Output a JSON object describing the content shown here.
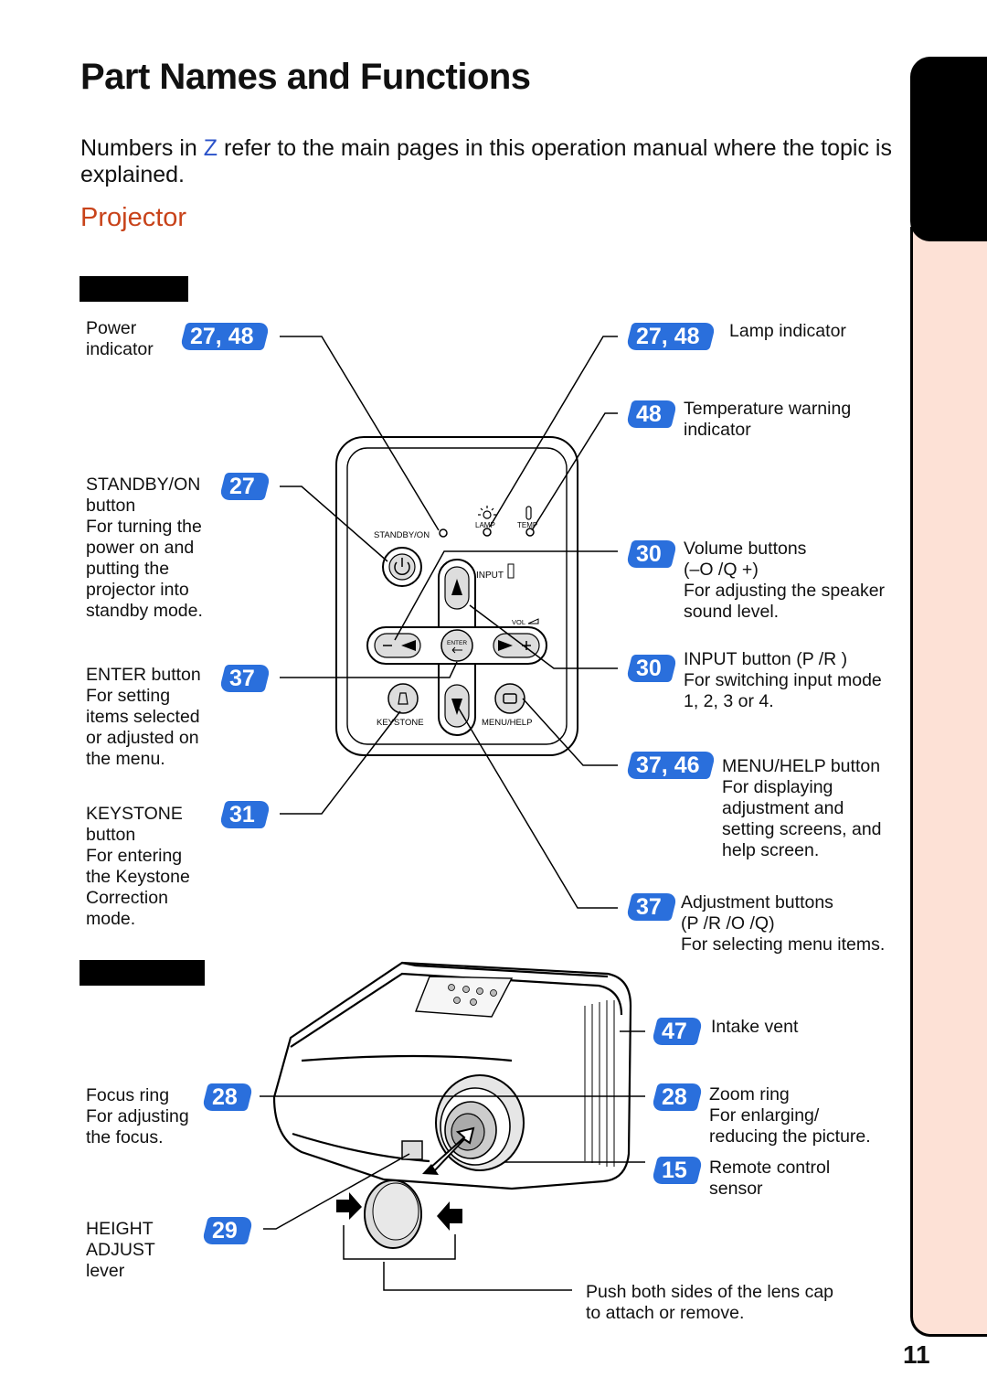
{
  "page": {
    "title": "Part Names and Functions",
    "intro_before": "Numbers in",
    "intro_symbol": "Z",
    "intro_after": " refer to the main pages in this operation manual where the topic is explained.",
    "section": "Projector",
    "page_number": "11"
  },
  "control_panel": {
    "labels": {
      "standby": "STANDBY/ON",
      "lamp": "LAMP",
      "temp": "TEMP",
      "input": "INPUT",
      "vol": "VOL",
      "enter": "ENTER",
      "keystone": "KEYSTONE",
      "menu_help": "MENU/HELP"
    }
  },
  "callouts": {
    "power": {
      "text": "Power\nindicator",
      "pages": "27, 48"
    },
    "standby": {
      "text": "STANDBY/ON\nbutton\nFor turning the\npower on and\nputting the\nprojector into\nstandby mode.",
      "pages": "27"
    },
    "enter": {
      "text": "ENTER button\nFor setting\nitems selected\nor adjusted on\nthe menu.",
      "pages": "37"
    },
    "keystone": {
      "text": "KEYSTONE\nbutton\nFor entering\nthe Keystone\nCorrection\nmode.",
      "pages": "31"
    },
    "lamp": {
      "text": "Lamp indicator",
      "pages": "27, 48"
    },
    "temp": {
      "text": "Temperature warning\nindicator",
      "pages": "48"
    },
    "volume": {
      "text": "Volume buttons\n(–O /Q +)\nFor adjusting the speaker\nsound level.",
      "pages": "30"
    },
    "input": {
      "text": "INPUT button (P /R )\nFor switching input mode\n1, 2, 3 or 4.",
      "pages": "30"
    },
    "menu": {
      "text": "MENU/HELP button\nFor displaying\nadjustment and\nsetting screens, and\nhelp screen.",
      "pages": "37, 46"
    },
    "adjust": {
      "text": "Adjustment buttons\n(P /R /O /Q)\nFor selecting menu items.",
      "pages": "37"
    },
    "focus": {
      "text": "Focus ring\nFor adjusting\nthe focus.",
      "pages": "28"
    },
    "height": {
      "text": "HEIGHT\nADJUST\nlever",
      "pages": "29"
    },
    "intake": {
      "text": "Intake vent",
      "pages": "47"
    },
    "zoom": {
      "text": "Zoom ring\nFor enlarging/\nreducing the picture.",
      "pages": "28"
    },
    "remote": {
      "text": "Remote control\nsensor",
      "pages": "15"
    },
    "lens_cap": {
      "text": "Push both sides of the lens cap\nto attach or remove."
    }
  },
  "colors": {
    "accent_blue": "#2a6fdc",
    "section_orange": "#c8431a",
    "tab_pink": "#fde1d6"
  }
}
